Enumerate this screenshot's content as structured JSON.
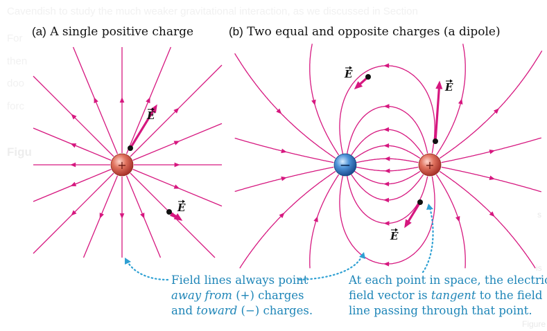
{
  "background": {
    "lines": [
      "Cavendish to study the much weaker gravitational interaction, as we discussed in Section",
      "For",
      "then",
      "doo",
      "forc"
    ],
    "figure_label": "Figu",
    "right_margin": [
      "s",
      "is",
      "Figure"
    ]
  },
  "panel_a": {
    "letter": "(a)",
    "title": "A single positive charge",
    "charge_sign": "+"
  },
  "panel_b": {
    "letter": "(b)",
    "title": "Two equal and opposite charges (a dipole)",
    "negative_sign": "−",
    "positive_sign": "+"
  },
  "vector_label": "E",
  "callout_left": {
    "line1": "Field lines always point",
    "line2_em": "away from",
    "line2_rest": " (+) charges",
    "line3_pre": "and ",
    "line3_em": "toward",
    "line3_rest": " (−) charges."
  },
  "callout_right": {
    "line1": "At each point in space, the electric",
    "line2_pre": "field vector is ",
    "line2_em": "tangent",
    "line2_rest": " to the field",
    "line3": "line passing through that point."
  },
  "colors": {
    "field_line": "#d6177f",
    "vector": "#d6177f",
    "positive_charge": "#d9564b",
    "negative_charge": "#2f6fbf",
    "callout": "#1f86b8"
  }
}
